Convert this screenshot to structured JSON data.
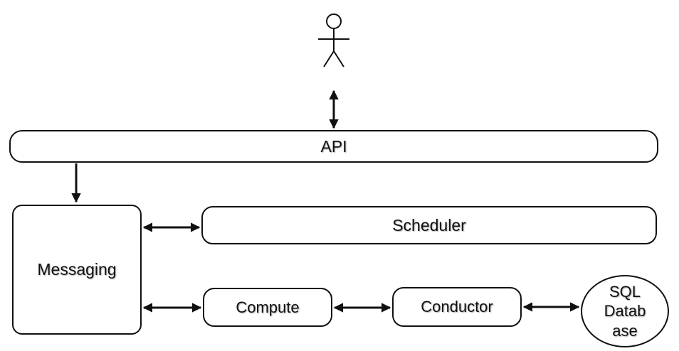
{
  "nodes": {
    "api": "API",
    "messaging": "Messaging",
    "scheduler": "Scheduler",
    "compute": "Compute",
    "conductor": "Conductor",
    "sql_database_lines": [
      "SQL",
      "Datab",
      "ase"
    ]
  },
  "icons": {
    "user": "stick-figure-user-icon"
  },
  "colors": {
    "stroke": "#111111",
    "background": "#ffffff"
  }
}
